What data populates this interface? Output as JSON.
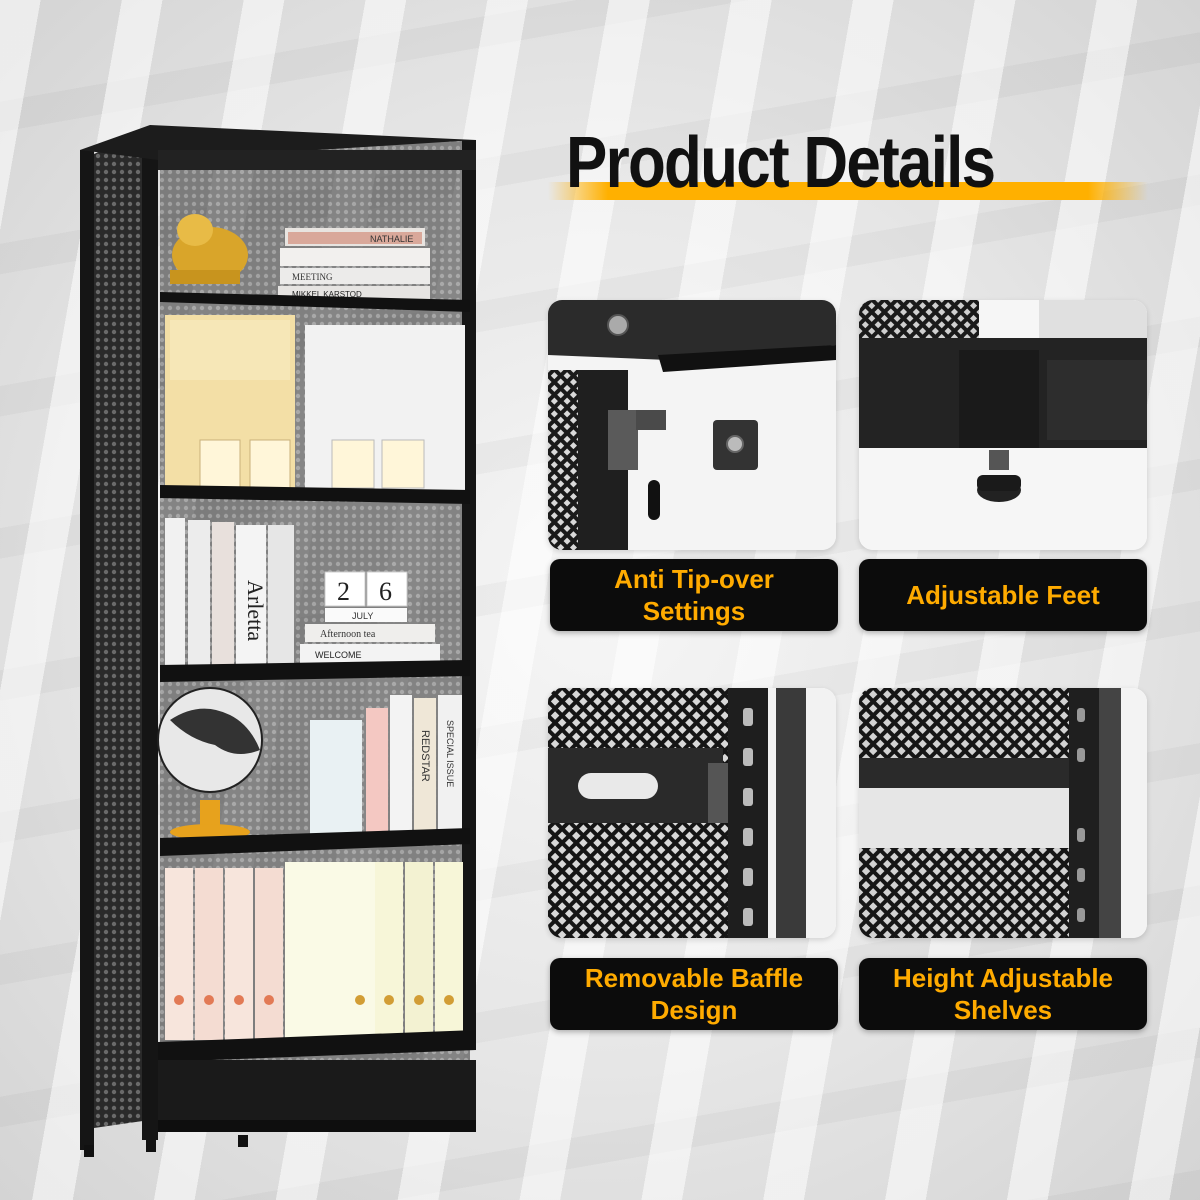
{
  "header": {
    "title": "Product Details"
  },
  "features": [
    {
      "label": "Anti Tip-over\nSettings"
    },
    {
      "label": "Adjustable Feet"
    },
    {
      "label": "Removable Baffle\nDesign"
    },
    {
      "label": "Height Adjustable\nShelves"
    }
  ],
  "shelf_items": {
    "book_nathalie": "NATHALIE",
    "book_meeting": "MEETING",
    "book_mikkel": "MIKKEL KARSTOD",
    "book_welcome": "WELCOME",
    "book_afternoon": "Afternoon tea",
    "book_arletta": "Arletta",
    "calendar_day_1": "2",
    "calendar_day_2": "6",
    "calendar_month": "JULY",
    "book_redstar": "REDSTAR",
    "book_special": "SPECIAL ISSUE"
  },
  "colors": {
    "accent": "#ffb000",
    "label_bg": "#0c0c0c",
    "label_text": "#ffab00"
  },
  "icons": [
    "bookshelf-product-image",
    "tip-over-bracket-image",
    "adjustable-foot-image",
    "baffle-image",
    "shelf-height-image"
  ]
}
